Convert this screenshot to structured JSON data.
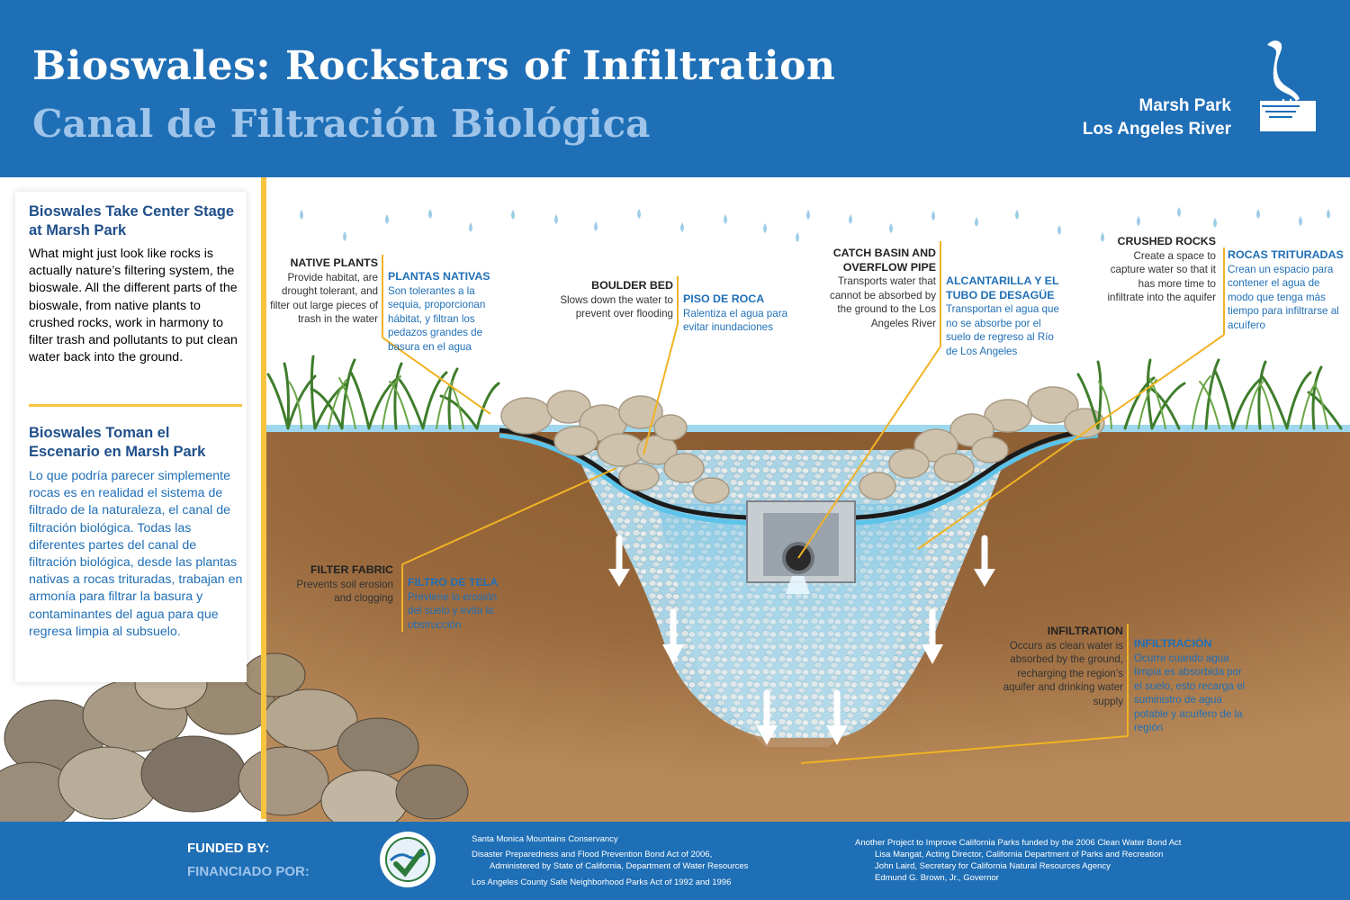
{
  "header": {
    "title_en": "Bioswales: Rockstars of Infiltration",
    "title_es": "Canal de Filtración Biológica",
    "place_line1": "Marsh Park",
    "place_line2": "Los Angeles River",
    "logo_icon": "heron-logo-icon"
  },
  "sidebar": {
    "heading_en": "Bioswales Take Center Stage at Marsh Park",
    "body_en": "What might just look like rocks is actually nature’s filtering system, the bioswale. All the different parts of the bioswale, from native plants to crushed rocks, work in harmony to filter trash and pollutants to put clean water back into the ground.",
    "heading_es": "Bioswales Toman el Escenario en Marsh Park",
    "body_es": "Lo que podría parecer simplemente rocas es en realidad el sistema de filtrado de la naturaleza, el canal de filtración biológica. Todas las diferentes partes del canal de filtración biológica, desde las plantas nativas a rocas trituradas, trabajan en armonía para filtrar la basura y contaminantes del agua para que regresa limpia al subsuelo."
  },
  "labels": {
    "native_plants": {
      "title": "NATIVE PLANTS",
      "text": "Provide habitat, are drought tolerant, and filter out large pieces of trash in the water"
    },
    "plantas_nativas": {
      "title": "PLANTAS NATIVAS",
      "text": "Son tolerantes a la sequia, proporcionan hábitat, y filtran los pedazos grandes de basura en el agua"
    },
    "boulder_bed": {
      "title": "BOULDER BED",
      "text": "Slows down the water to prevent over flooding"
    },
    "piso_de_roca": {
      "title": "PISO DE ROCA",
      "text": "Ralentiza el agua para evitar inundaciones"
    },
    "catch_basin": {
      "title": "CATCH BASIN AND OVERFLOW PIPE",
      "text": "Transports water that cannot be absorbed by the ground to the Los Angeles River"
    },
    "alcantarilla": {
      "title": "ALCANTARILLA Y EL TUBO DE DESAGÜE",
      "text": "Transportan el agua que no se absorbe por el suelo de regreso al Río de Los Angeles"
    },
    "crushed_rocks": {
      "title": "CRUSHED ROCKS",
      "text": "Create a space to capture water so that it has more time to infiltrate into the aquifer"
    },
    "rocas_trituradas": {
      "title": "ROCAS TRITURADAS",
      "text": "Crean un espacio para contener el agua de modo que tenga más tiempo para infiltrarse al acuífero"
    },
    "filter_fabric": {
      "title": "FILTER FABRIC",
      "text": "Prevents soil erosion and clogging"
    },
    "filtro_de_tela": {
      "title": "FILTRO DE TELA",
      "text": "Previene la erosión del suelo y evita la obstrucción"
    },
    "infiltration": {
      "title": "INFILTRATION",
      "text": "Occurs as clean water is absorbed by the ground, recharging the region’s aquifer and drinking water supply"
    },
    "infiltracion": {
      "title": "INFILTRACIÓN",
      "text": "Ocurre cuando agua limpia es absorbida por el suelo, esto recarga el suministro de agua potable y acuífero de la región"
    }
  },
  "footer": {
    "funded_en": "FUNDED BY:",
    "funded_es": "FINANCIADO POR:",
    "funders": [
      "Santa Monica Mountains Conservancy",
      "Disaster Preparedness and Flood Prevention Bond Act of 2006,",
      "Administered by State of California, Department of Water Resources",
      "Los Angeles County Safe Neighborhood Parks Act of 1992 and 1996"
    ],
    "credits": [
      "Another Project to Improve California Parks funded by the 2006 Clean Water Bond Act",
      "Lisa Mangat, Acting Director, California Department of Parks and Recreation",
      "John Laird, Secretary for California Natural Resources Agency",
      "Edmund G. Brown, Jr., Governor"
    ],
    "bond_logo_icon": "water-bond-seal-icon"
  },
  "colors": {
    "header_blue": "#1f6fb6",
    "title_light_blue": "#9ec4ea",
    "accent_yellow": "#f7c440",
    "soil_brown": "#8a5a30",
    "water_blue": "#6cc3e8"
  }
}
